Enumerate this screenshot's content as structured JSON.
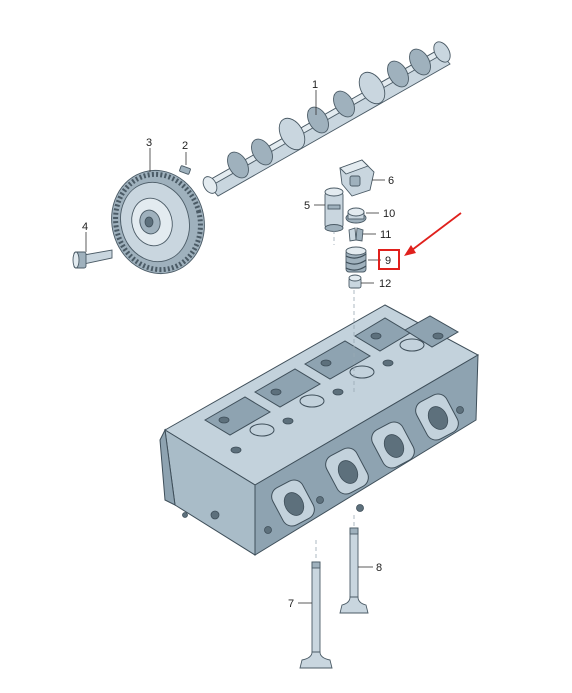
{
  "diagram": {
    "callouts": [
      {
        "id": "1",
        "label": "1"
      },
      {
        "id": "2",
        "label": "2"
      },
      {
        "id": "3",
        "label": "3"
      },
      {
        "id": "4",
        "label": "4"
      },
      {
        "id": "5",
        "label": "5"
      },
      {
        "id": "6",
        "label": "6"
      },
      {
        "id": "7",
        "label": "7"
      },
      {
        "id": "8",
        "label": "8"
      },
      {
        "id": "9",
        "label": "9"
      },
      {
        "id": "10",
        "label": "10"
      },
      {
        "id": "11",
        "label": "11"
      },
      {
        "id": "12",
        "label": "12"
      }
    ],
    "highlight": {
      "target": "9",
      "box_color": "#e0201c",
      "arrow_color": "#e0201c"
    }
  }
}
